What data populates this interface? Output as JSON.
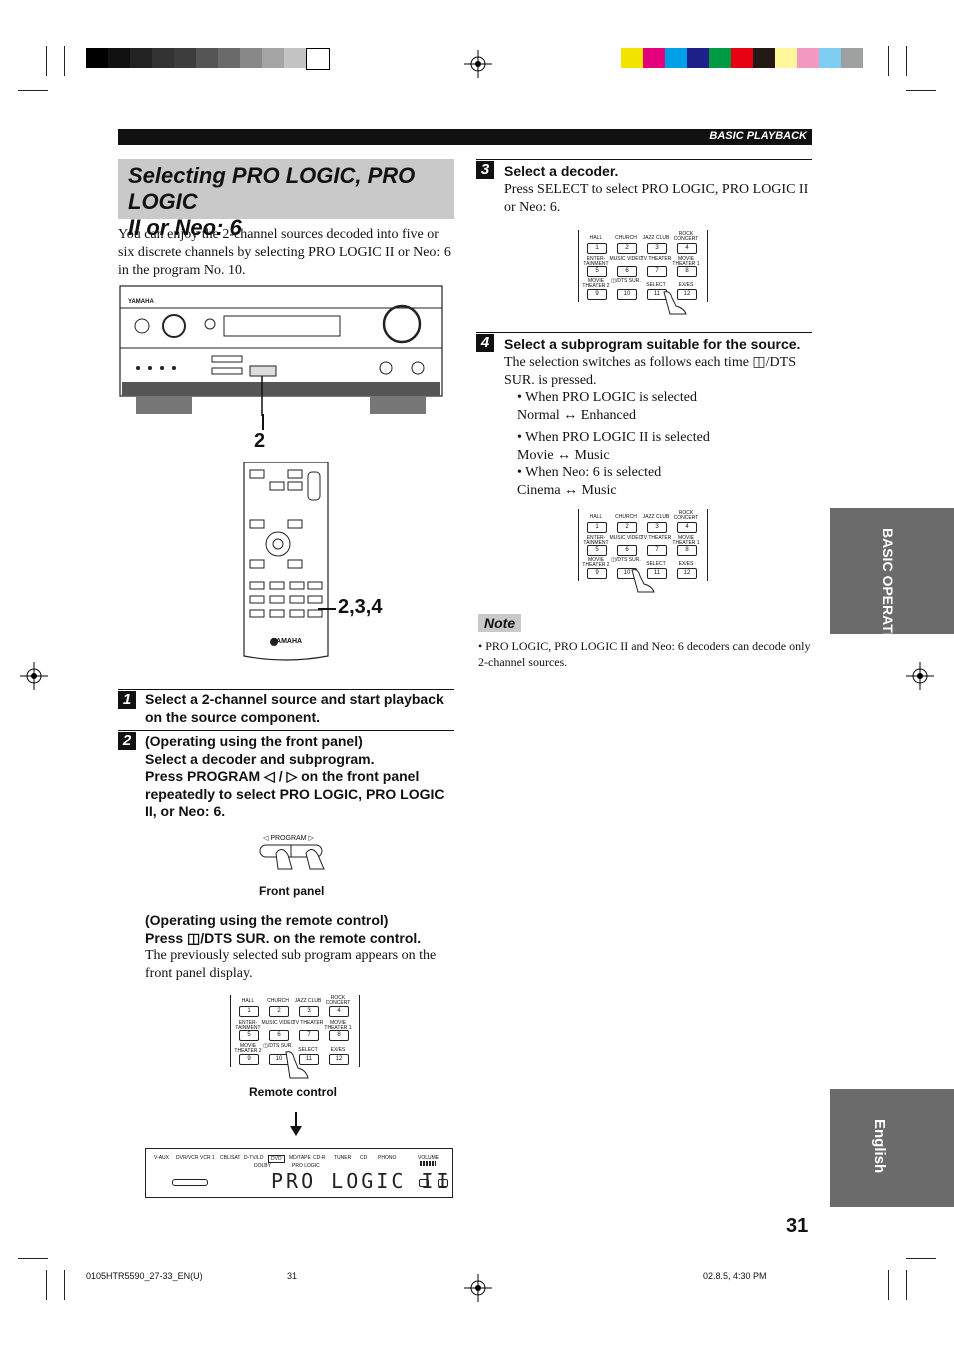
{
  "header": {
    "section_label": "BASIC PLAYBACK"
  },
  "title": {
    "line1": "Selecting PRO LOGIC, PRO LOGIC",
    "line2": "II or Neo: 6"
  },
  "intro": "You can enjoy the 2-channel sources decoded into five or six discrete channels by selecting PRO LOGIC II or Neo: 6 in the program No. 10.",
  "callouts": {
    "front": "2",
    "remote": "2,3,4"
  },
  "steps": {
    "s1": {
      "num": "1",
      "text": "Select a 2-channel source and start playback on the source component."
    },
    "s2": {
      "num": "2",
      "front_head": "(Operating using the front panel)",
      "front_l2": "Select a decoder and subprogram.",
      "front_l3": "Press PROGRAM ◁ / ▷ on the front panel",
      "front_l4": "repeatedly to select PRO LOGIC, PRO LOGIC",
      "front_l5": "II, or Neo: 6.",
      "front_caption": "Front panel",
      "program_label": "◁ PROGRAM ▷",
      "remote_head": "(Operating using the remote control)",
      "remote_l2": "Press ◫/DTS SUR. on the remote control.",
      "remote_body": "The previously selected sub program appears on the front panel display.",
      "remote_caption": "Remote control"
    },
    "s3": {
      "num": "3",
      "head": "Select a decoder.",
      "body": "Press SELECT to select PRO LOGIC, PRO LOGIC II or Neo: 6."
    },
    "s4": {
      "num": "4",
      "head": "Select a subprogram suitable for the source.",
      "body": "The selection switches as follows each time ◫/DTS SUR. is pressed.",
      "b1a": "• When PRO LOGIC is selected",
      "b1b": "Normal ↔ Enhanced",
      "b2a": "• When PRO LOGIC II is selected",
      "b2b": "Movie ↔ Music",
      "b3a": "• When Neo: 6 is selected",
      "b3b": "Cinema ↔ Music"
    }
  },
  "note": {
    "tag": "Note",
    "text": "• PRO LOGIC, PRO LOGIC II and Neo: 6 decoders can decode only 2-channel sources."
  },
  "keypad": {
    "labels": [
      "HALL",
      "CHURCH",
      "JAZZ CLUB",
      "ROCK CONCERT",
      "ENTER-TAINMENT",
      "MUSIC VIDEO",
      "TV THEATER",
      "MOVIE THEATER 1",
      "MOVIE THEATER 2",
      "◫/DTS SUR.",
      "SELECT",
      "EX/ES"
    ],
    "keys": [
      "1",
      "2",
      "3",
      "4",
      "5",
      "6",
      "7",
      "8",
      "9",
      "10",
      "11",
      "12"
    ]
  },
  "display": {
    "sources": [
      "V-AUX",
      "DVR/VCR",
      "VCR 1",
      "CBL/SAT",
      "D-TV/LD",
      "DVD",
      "MD/TAPE",
      "CD-R",
      "TUNER",
      "CD",
      "PHONO"
    ],
    "dolby": "DOLBY",
    "pro_logic": "PRO LOGIC",
    "main": "PRO LOGIC II",
    "volume": "VOLUME"
  },
  "sidetab": {
    "basic": "BASIC OPERATION",
    "english": "English"
  },
  "page_number": "31",
  "footer": {
    "file": "0105HTR5590_27-33_EN(U)",
    "page": "31",
    "date": "02.8.5, 4:30 PM"
  },
  "receiver_brand": "YAMAHA",
  "colors": {
    "accent_gray": "#6b6b6b",
    "title_gray": "#c9c9c9"
  }
}
